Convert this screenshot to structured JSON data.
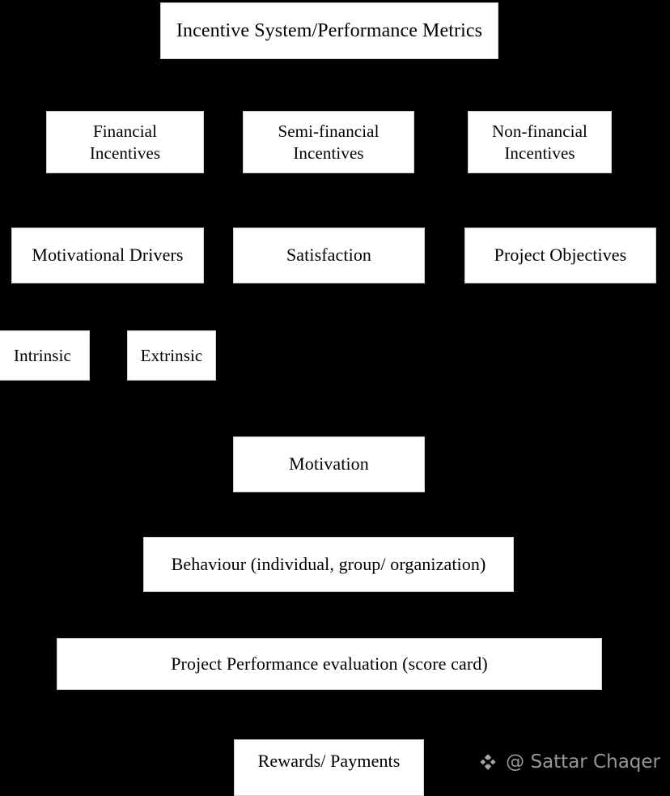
{
  "diagram": {
    "background_color": "#000000",
    "node_fill": "#ffffff",
    "node_text_color": "#000000",
    "nodes": [
      {
        "id": "root",
        "label": "Incentive System/Performance Metrics"
      },
      {
        "id": "financial",
        "label": "Financial\nIncentives"
      },
      {
        "id": "semi",
        "label": "Semi-financial\nIncentives"
      },
      {
        "id": "nonfin",
        "label": "Non-financial\nIncentives"
      },
      {
        "id": "drivers",
        "label": "Motivational Drivers"
      },
      {
        "id": "satis",
        "label": "Satisfaction"
      },
      {
        "id": "objectives",
        "label": "Project Objectives"
      },
      {
        "id": "intrinsic",
        "label": "Intrinsic"
      },
      {
        "id": "extrinsic",
        "label": "Extrinsic"
      },
      {
        "id": "motivation",
        "label": "Motivation"
      },
      {
        "id": "behaviour",
        "label": "Behaviour (individual, group/ organization)"
      },
      {
        "id": "evaluation",
        "label": "Project Performance evaluation (score card)"
      },
      {
        "id": "rewards",
        "label": "Rewards/ Payments"
      }
    ]
  },
  "watermark": {
    "icon": "diamond-cluster-icon",
    "text": "@ Sattar Chaqer",
    "color": "#b9b9b9"
  }
}
